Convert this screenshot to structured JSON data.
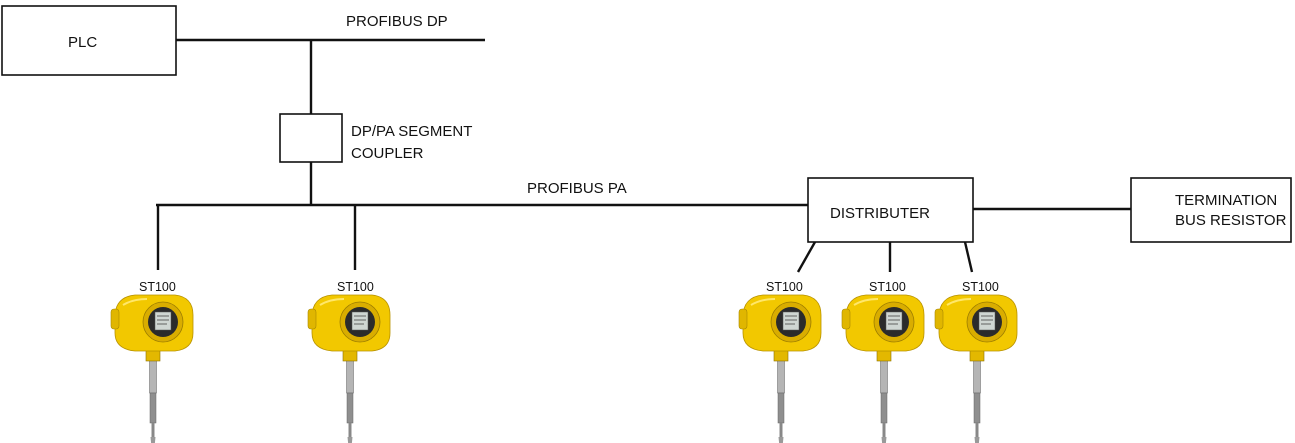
{
  "plc": {
    "label": "PLC"
  },
  "bus_dp": {
    "label": "PROFIBUS DP"
  },
  "coupler": {
    "line1": "DP/PA SEGMENT",
    "line2": "COUPLER"
  },
  "bus_pa": {
    "label": "PROFIBUS PA"
  },
  "distributer": {
    "label": "DISTRIBUTER"
  },
  "termination": {
    "line1": "TERMINATION",
    "line2": "BUS RESISTOR"
  },
  "devices": [
    {
      "label": "ST100"
    },
    {
      "label": "ST100"
    },
    {
      "label": "ST100"
    },
    {
      "label": "ST100"
    },
    {
      "label": "ST100"
    }
  ],
  "colors": {
    "device_body": "#f2c800",
    "device_shadow": "#b89200",
    "line": "#111111",
    "probe": "#9a9a9a"
  }
}
